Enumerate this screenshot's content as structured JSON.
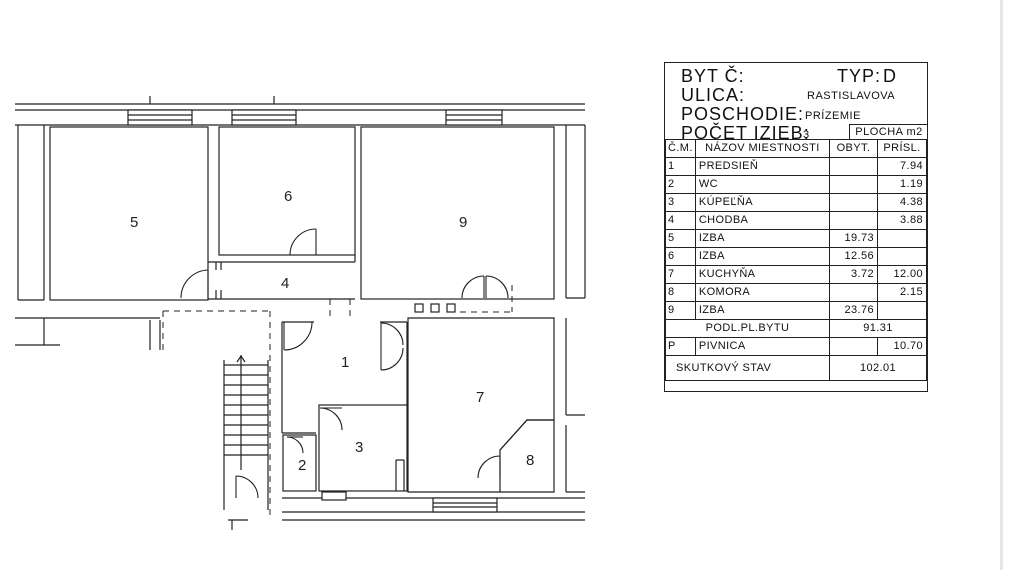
{
  "legend": {
    "byt_label": "BYT Č:",
    "typ_label": "TYP:",
    "typ_value": "D",
    "ulica_label": "ULICA:",
    "ulica_value": "RASTISLAVOVA",
    "poschodie_label": "POSCHODIE:",
    "poschodie_value": "PRÍZEMIE",
    "pocet_label": "POČET IZIEB:",
    "pocet_value": "3",
    "plocha_label": "PLOCHA m2",
    "headers": {
      "cm": "Č.M.",
      "nazov": "NÁZOV MIESTNOSTI",
      "obyt": "OBYT.",
      "prisl": "PRÍSL."
    },
    "rooms": [
      {
        "cm": "1",
        "name": "PREDSIEŇ",
        "obyt": "",
        "prisl": "7.94"
      },
      {
        "cm": "2",
        "name": "WC",
        "obyt": "",
        "prisl": "1.19"
      },
      {
        "cm": "3",
        "name": "KÚPEĽŇA",
        "obyt": "",
        "prisl": "4.38"
      },
      {
        "cm": "4",
        "name": "CHODBA",
        "obyt": "",
        "prisl": "3.88"
      },
      {
        "cm": "5",
        "name": "IZBA",
        "obyt": "19.73",
        "prisl": ""
      },
      {
        "cm": "6",
        "name": "IZBA",
        "obyt": "12.56",
        "prisl": ""
      },
      {
        "cm": "7",
        "name": "KUCHYŇA",
        "obyt": "3.72",
        "prisl": "12.00"
      },
      {
        "cm": "8",
        "name": "KOMORA",
        "obyt": "",
        "prisl": "2.15"
      },
      {
        "cm": "9",
        "name": "IZBA",
        "obyt": "23.76",
        "prisl": ""
      }
    ],
    "podl_label": "PODL.PL.BYTU",
    "podl_value": "91.31",
    "pivnica_cm": "P",
    "pivnica_label": "PIVNICA",
    "pivnica_value": "10.70",
    "skutkovy_label": "SKUTKOVÝ STAV",
    "skutkovy_value": "102.01"
  },
  "plan": {
    "room_labels": {
      "r1": "1",
      "r2": "2",
      "r3": "3",
      "r4": "4",
      "r5": "5",
      "r6": "6",
      "r7": "7",
      "r8": "8",
      "r9": "9"
    }
  }
}
